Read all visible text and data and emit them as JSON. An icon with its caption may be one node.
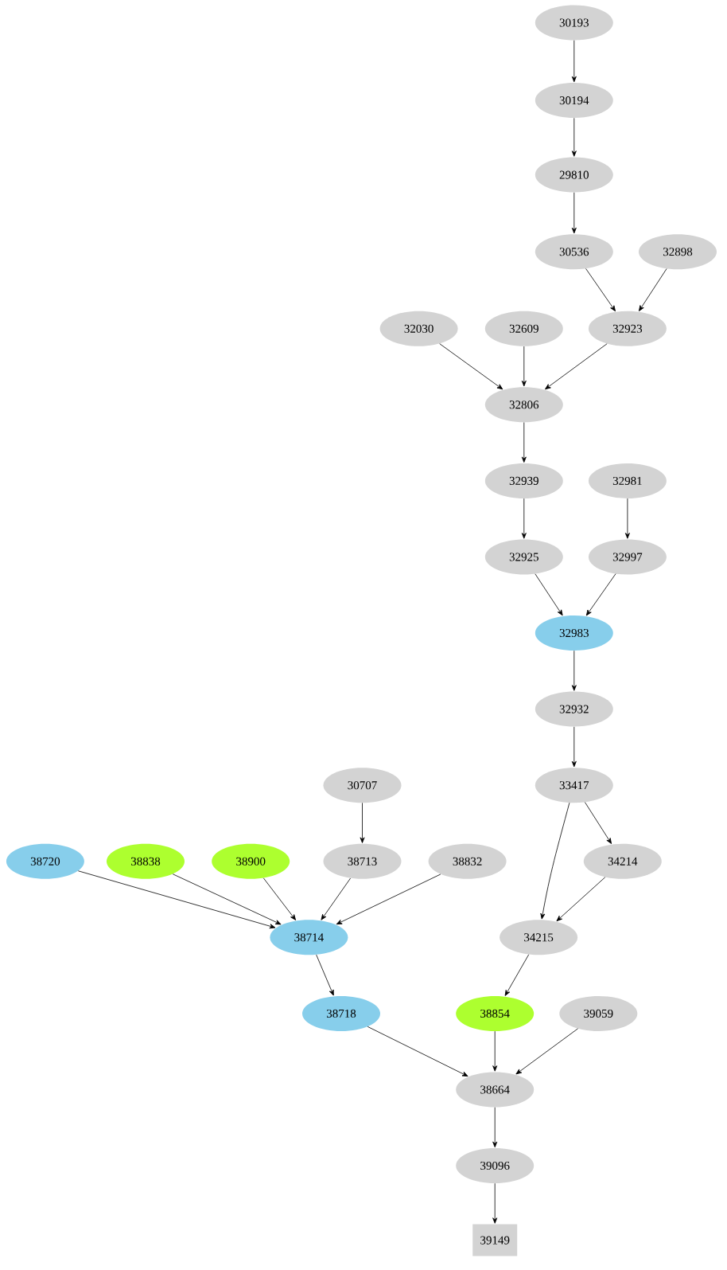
{
  "diagram": {
    "nodes": [
      {
        "text": [
          "30193"
        ]
      },
      {
        "text": [
          "30194"
        ]
      },
      {
        "text": [
          "29810"
        ]
      },
      {
        "text": [
          "30536"
        ]
      },
      {
        "text": [
          "32898"
        ]
      },
      {
        "text": [
          "32030"
        ]
      },
      {
        "text": [
          "32609"
        ]
      },
      {
        "text": [
          "32923"
        ]
      },
      {
        "text": [
          "32806"
        ]
      },
      {
        "text": [
          "32939"
        ]
      },
      {
        "text": [
          "32981"
        ]
      },
      {
        "text": [
          "32925"
        ]
      },
      {
        "text": [
          "32997"
        ]
      },
      {
        "text": [
          "32983"
        ]
      },
      {
        "text": [
          "32932"
        ]
      },
      {
        "text": [
          "30707"
        ]
      },
      {
        "text": [
          "33417"
        ]
      },
      {
        "text": [
          "38720"
        ]
      },
      {
        "text": [
          "38838"
        ]
      },
      {
        "text": [
          "38900"
        ]
      },
      {
        "text": [
          "38713"
        ]
      },
      {
        "text": [
          "38832"
        ]
      },
      {
        "text": [
          "34214"
        ]
      },
      {
        "text": [
          "38714"
        ]
      },
      {
        "text": [
          "34215"
        ]
      },
      {
        "text": [
          "38718"
        ]
      },
      {
        "text": [
          "38854"
        ]
      },
      {
        "text": [
          "39059"
        ]
      },
      {
        "text": [
          "38664"
        ]
      },
      {
        "text": [
          "39096"
        ]
      },
      {
        "text": [
          "39149"
        ]
      }
    ],
    "edges": [
      {
        "from": 0,
        "to": 1,
        "arrow": "to"
      },
      {
        "from": 1,
        "to": 2,
        "arrow": "to"
      },
      {
        "from": 2,
        "to": 3,
        "arrow": "to"
      },
      {
        "from": 3,
        "to": 7,
        "arrow": "to"
      },
      {
        "from": 4,
        "to": 7,
        "arrow": "to"
      },
      {
        "from": 5,
        "to": 8,
        "arrow": "to"
      },
      {
        "from": 6,
        "to": 8,
        "arrow": "to"
      },
      {
        "from": 7,
        "to": 8,
        "arrow": "to"
      },
      {
        "from": 8,
        "to": 9,
        "arrow": "to"
      },
      {
        "from": 9,
        "to": 11,
        "arrow": "to"
      },
      {
        "from": 10,
        "to": 12,
        "arrow": "to"
      },
      {
        "from": 11,
        "to": 13,
        "arrow": "to"
      },
      {
        "from": 12,
        "to": 13,
        "arrow": "to"
      },
      {
        "from": 13,
        "to": 14,
        "arrow": "to"
      },
      {
        "from": 14,
        "to": 16,
        "arrow": "to"
      },
      {
        "from": 15,
        "to": 20,
        "arrow": "to"
      },
      {
        "from": 16,
        "to": 24,
        "arrow": "to"
      },
      {
        "from": 16,
        "to": 22,
        "arrow": "to"
      },
      {
        "from": 22,
        "to": 24,
        "arrow": "to"
      },
      {
        "from": 17,
        "to": 23,
        "arrow": "to"
      },
      {
        "from": 18,
        "to": 23,
        "arrow": "to"
      },
      {
        "from": 19,
        "to": 23,
        "arrow": "to"
      },
      {
        "from": 20,
        "to": 23,
        "arrow": "to"
      },
      {
        "from": 21,
        "to": 23,
        "arrow": "to"
      },
      {
        "from": 23,
        "to": 25,
        "arrow": "to"
      },
      {
        "from": 24,
        "to": 26,
        "arrow": "to"
      },
      {
        "from": 25,
        "to": 28,
        "arrow": "to"
      },
      {
        "from": 26,
        "to": 28,
        "arrow": "to"
      },
      {
        "from": 27,
        "to": 28,
        "arrow": "to"
      },
      {
        "from": 28,
        "to": 29,
        "arrow": "to"
      },
      {
        "from": 29,
        "to": 30,
        "arrow": "to"
      }
    ]
  }
}
